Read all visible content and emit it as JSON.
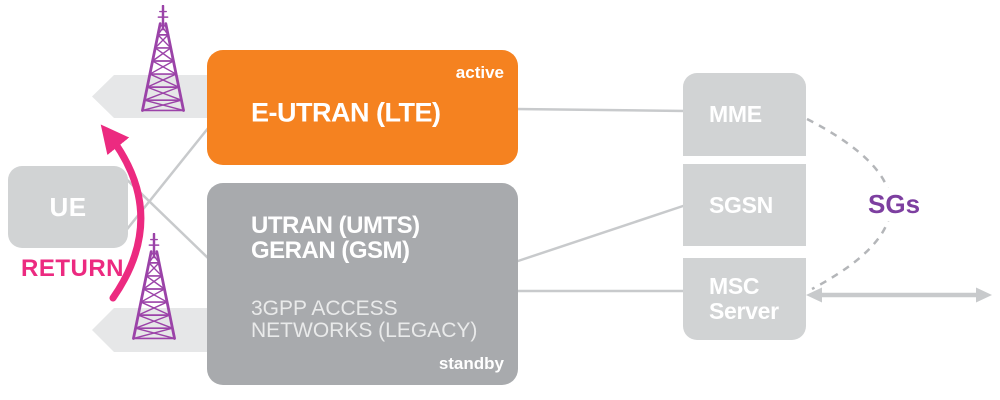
{
  "nodes": {
    "ue": {
      "label": "UE"
    },
    "eutran": {
      "label": "E-UTRAN (LTE)",
      "badge": "active"
    },
    "utran": {
      "title_line1": "UTRAN (UMTS)",
      "title_line2": "GERAN (GSM)",
      "subtitle_line1": "3GPP ACCESS",
      "subtitle_line2": "NETWORKS (LEGACY)",
      "badge": "standby"
    },
    "mme": {
      "label": "MME"
    },
    "sgsn": {
      "label": "SGSN"
    },
    "msc_server": {
      "label_line1": "MSC",
      "label_line2": "Server"
    }
  },
  "annotations": {
    "return_label": "RETURN",
    "sgs_label": "SGs"
  },
  "colors": {
    "active_orange": "#F58220",
    "legacy_gray": "#A8AAAD",
    "node_light_gray": "#D1D3D4",
    "chevron_gray": "#E6E7E8",
    "connector_gray": "#C8CACC",
    "dashed_gray": "#B4B6B9",
    "return_pink": "#EC2A80",
    "tower_purple": "#9B43A8",
    "sgs_purple": "#7D3FA0"
  }
}
